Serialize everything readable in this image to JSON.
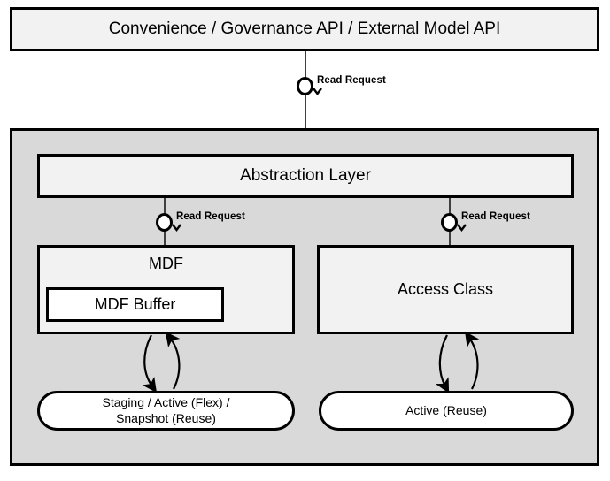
{
  "diagram": {
    "title_box": {
      "label": "Convenience / Governance API / External Model API"
    },
    "system": {
      "abstraction_layer": {
        "label": "Abstraction Layer"
      },
      "mdf": {
        "label": "MDF",
        "buffer_label": "MDF Buffer"
      },
      "access_class": {
        "label": "Access Class"
      },
      "storage_left": {
        "line1": "Staging / Active (Flex) /",
        "line2": "Snapshot (Reuse)"
      },
      "storage_right": {
        "line1": "Active (Reuse)"
      }
    },
    "connectors": [
      {
        "id": "api-to-abstraction",
        "label": "Read Request"
      },
      {
        "id": "abstraction-to-mdf",
        "label": "Read Request"
      },
      {
        "id": "abstraction-to-access-class",
        "label": "Read Request"
      }
    ],
    "colors": {
      "box_fill": "#f2f2f2",
      "container_fill": "#d9d9d9",
      "store_fill": "#ffffff",
      "stroke": "#000000",
      "line": "#3f3f3f",
      "page_bg": "#ffffff"
    }
  }
}
